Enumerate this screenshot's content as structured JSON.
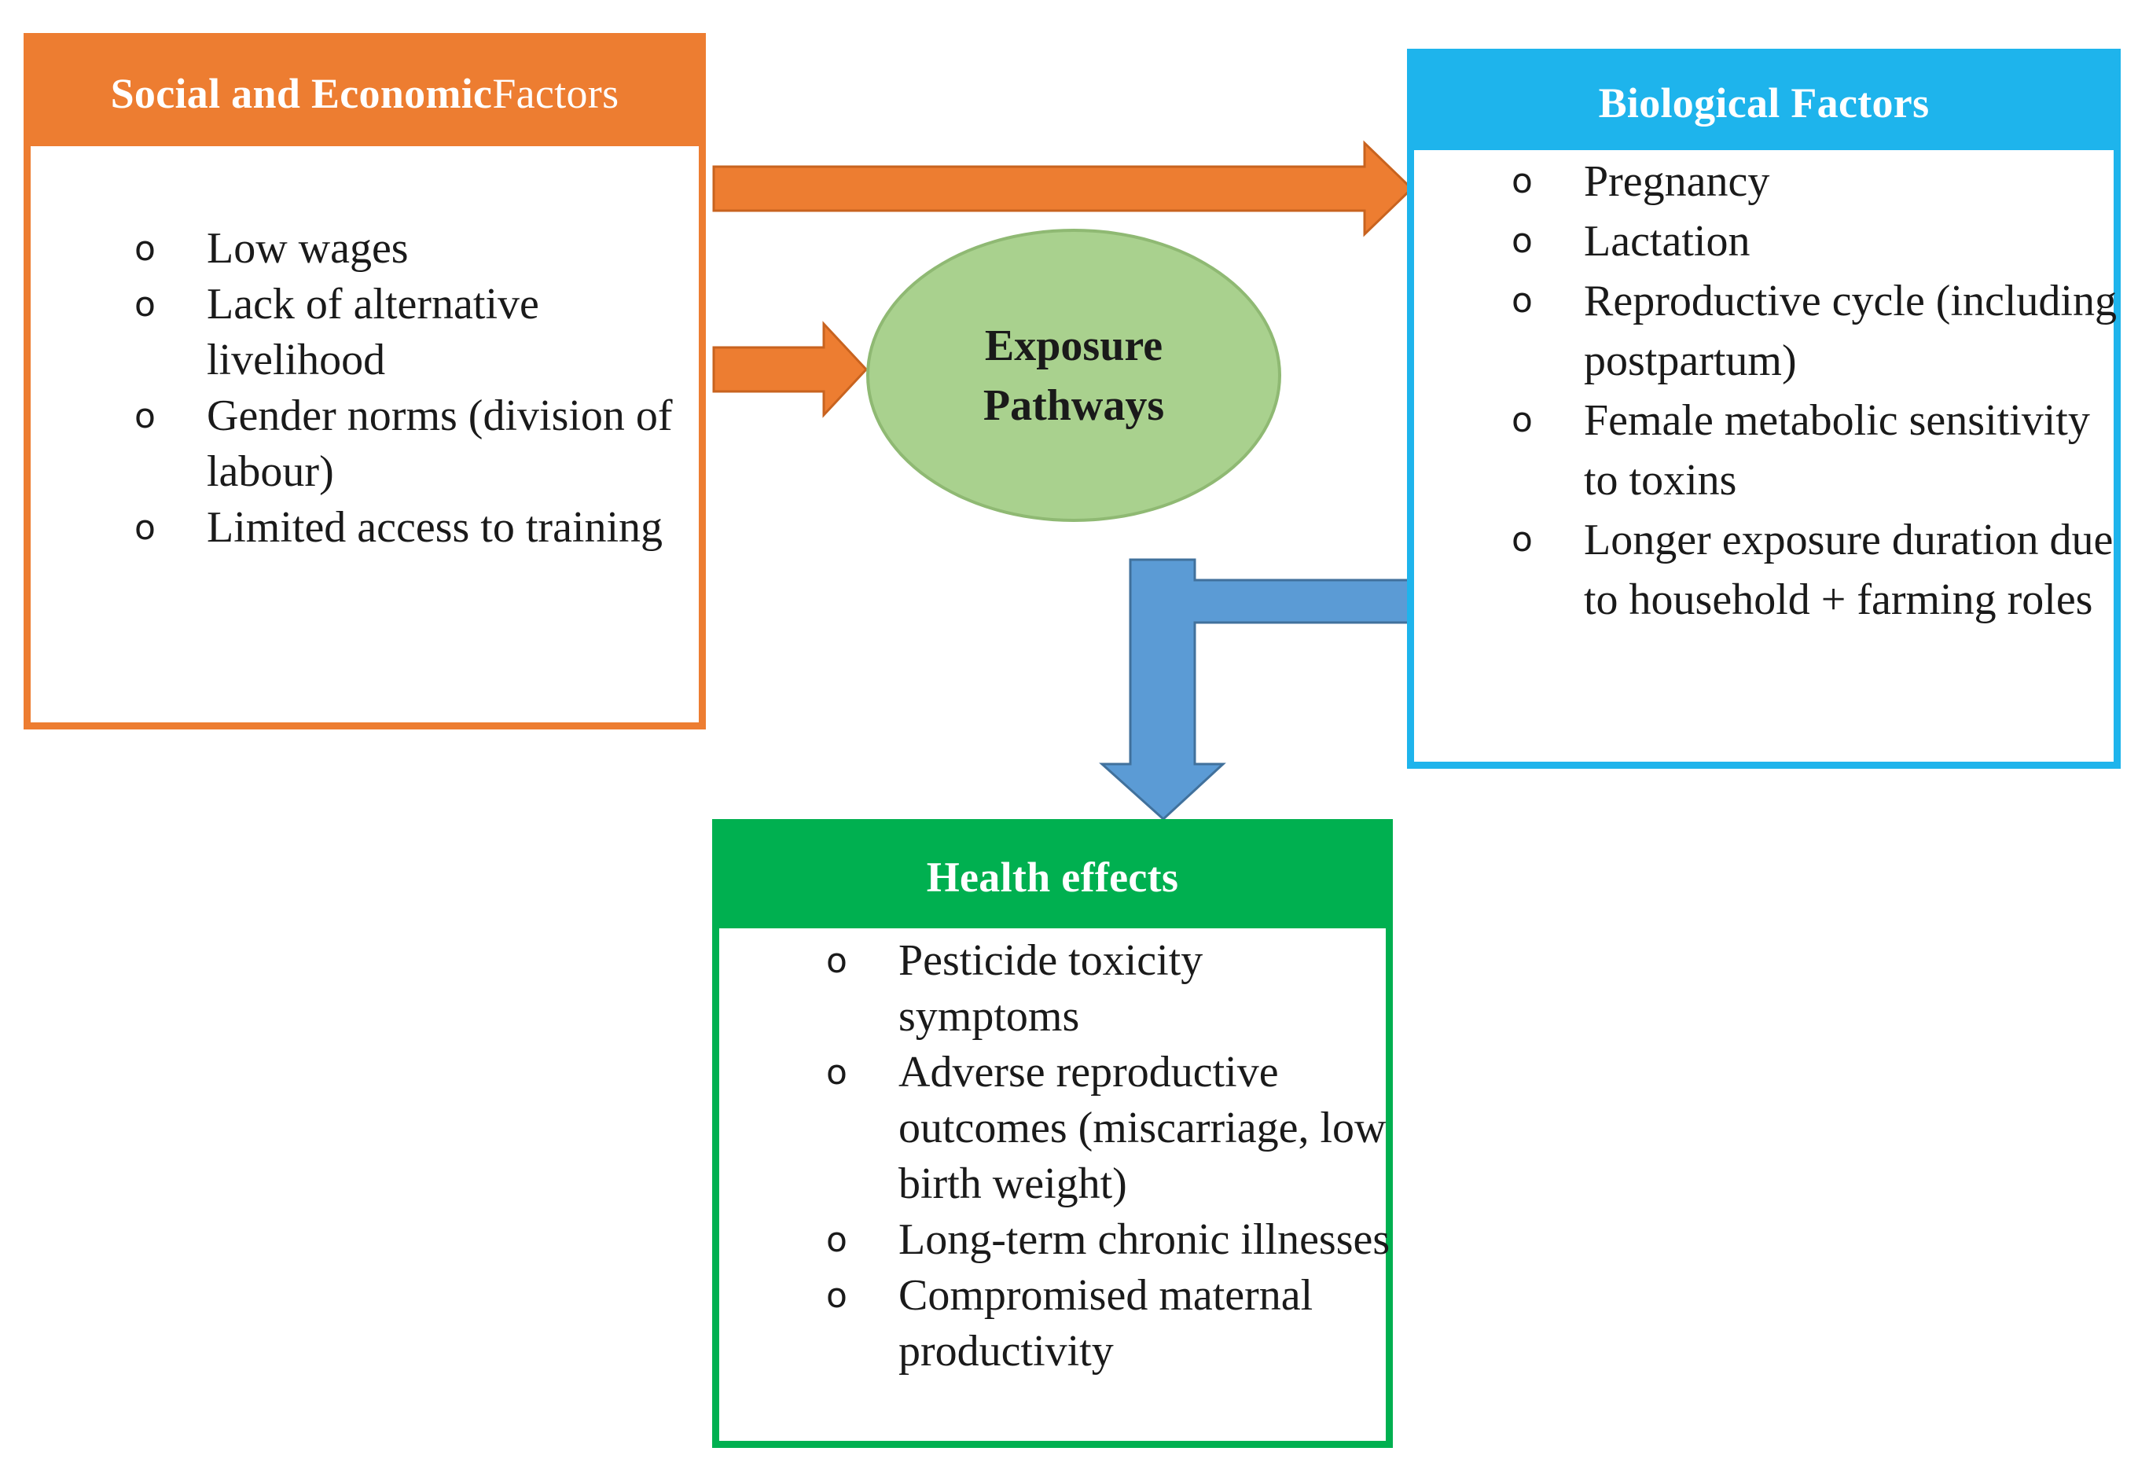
{
  "social": {
    "title_bold": "Social and Economic",
    "title_normal": " Factors",
    "items": [
      "Low wages",
      "Lack of alternative livelihood",
      "Gender norms (division of labour)",
      "Limited access to training"
    ]
  },
  "biological": {
    "title": "Biological Factors",
    "items": [
      "Pregnancy",
      "Lactation",
      "Reproductive cycle (including postpartum)",
      "Female metabolic sensitivity to toxins",
      "Longer exposure duration due to household + farming roles"
    ]
  },
  "exposure": {
    "line1": "Exposure",
    "line2": "Pathways"
  },
  "health": {
    "title": "Health effects",
    "items": [
      "Pesticide toxicity symptoms",
      "Adverse reproductive outcomes (miscarriage, low birth weight)",
      "Long-term chronic illnesses",
      "Compromised maternal productivity"
    ]
  },
  "bullet": "o",
  "colors": {
    "social": "#ed7d31",
    "biological": "#1eb4ec",
    "health": "#00b050",
    "exposure_fill": "#a9d18e",
    "blue_arrow": "#5b9bd5"
  }
}
